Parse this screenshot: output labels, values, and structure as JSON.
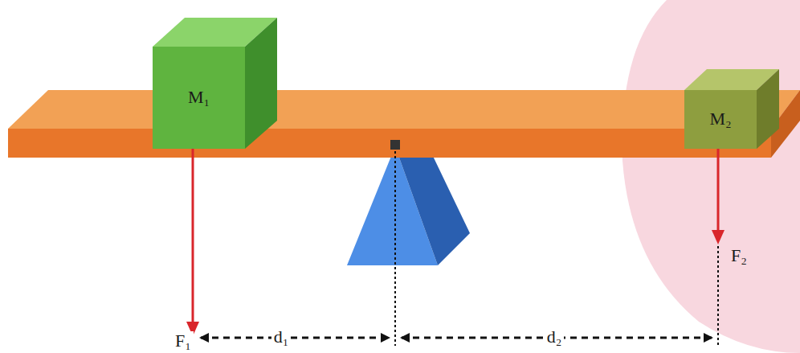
{
  "diagram": {
    "nodes": [
      {
        "text": [
          "M₁"
        ]
      },
      {
        "text": [
          "M₂"
        ]
      }
    ],
    "labels": [
      "F₁",
      "d₁",
      "d₂",
      "F₂"
    ]
  }
}
